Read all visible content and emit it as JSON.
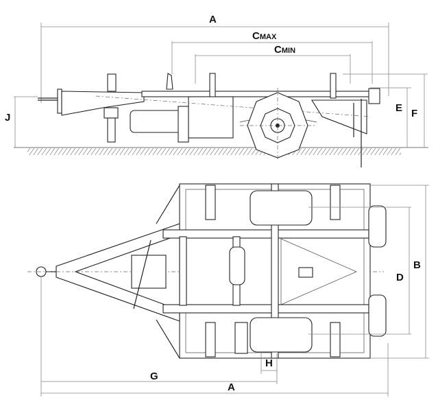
{
  "side_view": {
    "labels": {
      "overall_length": "A",
      "c_max_main": "C",
      "c_max_sub": "MAX",
      "c_min_main": "C",
      "c_min_sub": "MIN",
      "hitch_height": "J",
      "bed_height": "E",
      "total_height": "F"
    }
  },
  "plan_view": {
    "labels": {
      "overall_width": "B",
      "track_width": "D",
      "axle_offset": "H",
      "hitch_to_axle": "G",
      "overall_length": "A"
    }
  }
}
